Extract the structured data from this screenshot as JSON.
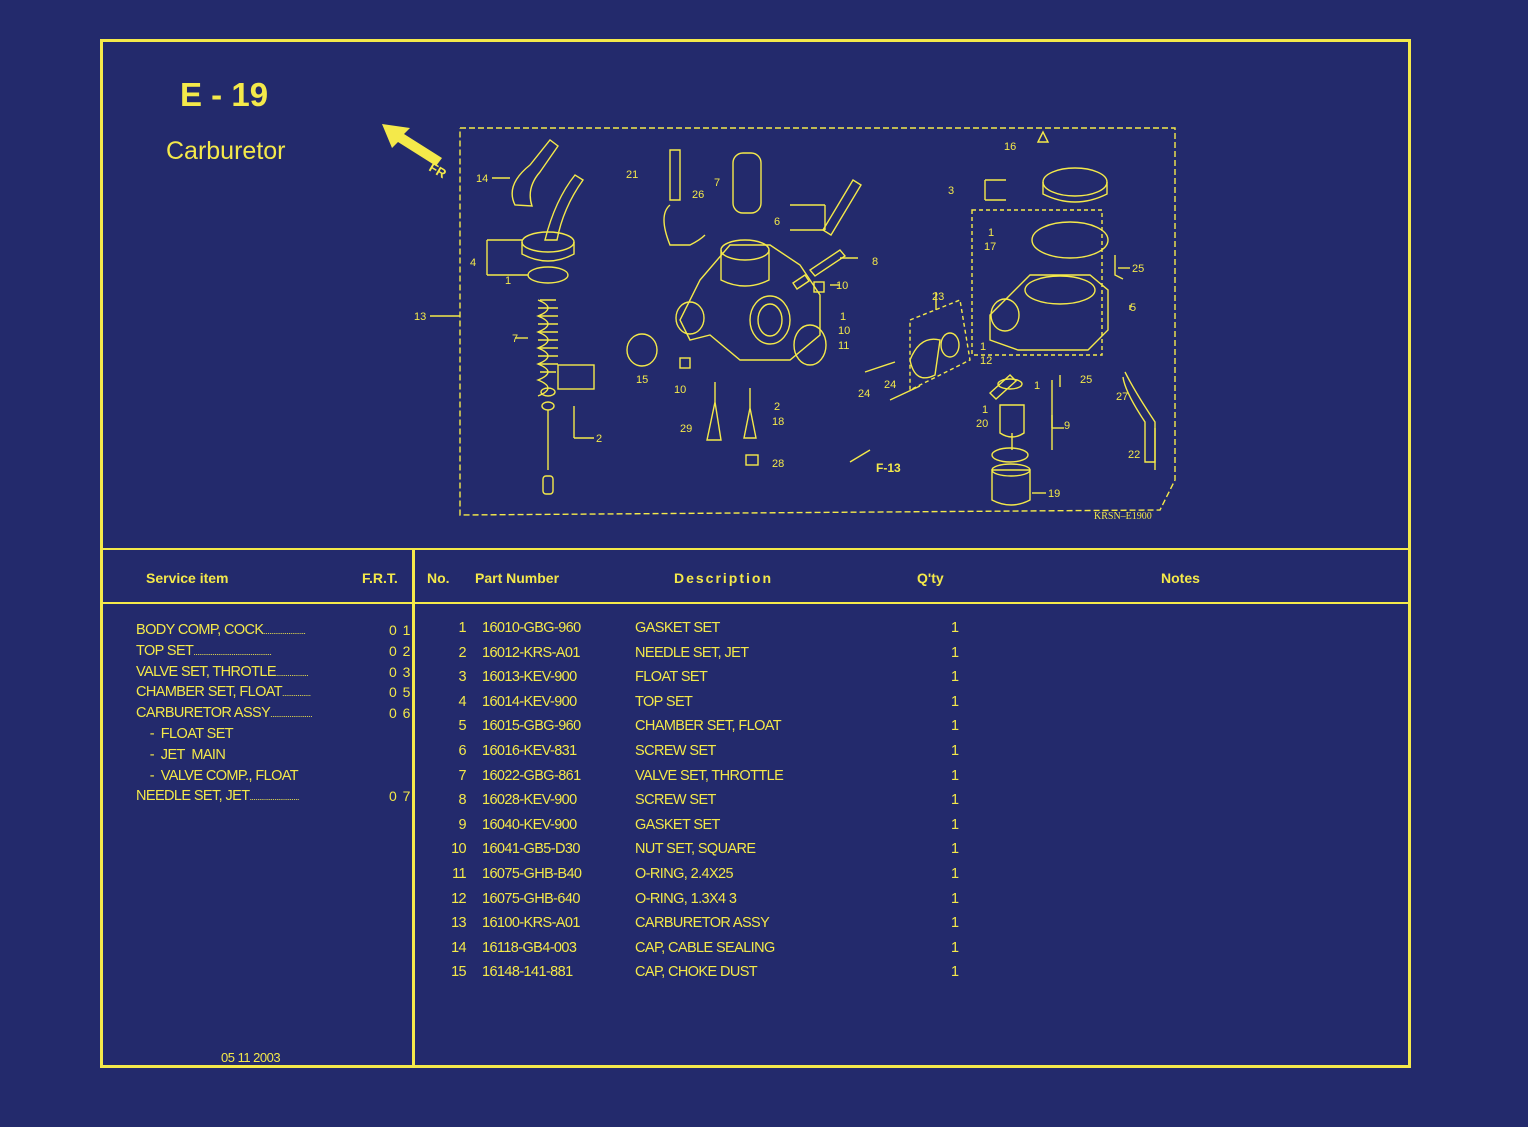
{
  "header": {
    "code": "E - 19",
    "name": "Carburetor"
  },
  "diagram": {
    "ref": "KRSN–E1900",
    "direction_label": "FR",
    "fig_ref": "F-13",
    "callouts": [
      "14",
      "4",
      "1",
      "13",
      "7",
      "2",
      "21",
      "26",
      "7",
      "6",
      "8",
      "10",
      "1",
      "10",
      "11",
      "15",
      "10",
      "29",
      "2",
      "18",
      "28",
      "16",
      "3",
      "1",
      "17",
      "25",
      "5",
      "23",
      "24",
      "24",
      "12",
      "1",
      "25",
      "27",
      "1",
      "20",
      "9",
      "22",
      "19"
    ]
  },
  "table_headers": {
    "service_item": "Service item",
    "frt": "F.R.T.",
    "no": "No.",
    "part_number": "Part Number",
    "description": "Description",
    "qty": "Q'ty",
    "notes": "Notes"
  },
  "service_items": [
    {
      "label": "BODY COMP, COCK",
      "dots": "......................",
      "frt": "0 1"
    },
    {
      "label": "TOP SET",
      "dots": ".........................................",
      "frt": "0 2"
    },
    {
      "label": "VALVE SET, THROTLE",
      "dots": ".................",
      "frt": "0 3"
    },
    {
      "label": "CHAMBER SET, FLOAT",
      "dots": "...............",
      "frt": "0 5"
    },
    {
      "label": "CARBURETOR ASSY",
      "dots": "......................",
      "frt": "0 6"
    },
    {
      "label": "    -  FLOAT SET",
      "dots": "",
      "frt": ""
    },
    {
      "label": "    -  JET  MAIN",
      "dots": "",
      "frt": ""
    },
    {
      "label": "    -  VALVE COMP., FLOAT",
      "dots": "",
      "frt": ""
    },
    {
      "label": "NEEDLE SET, JET",
      "dots": "..........................",
      "frt": "0 7"
    }
  ],
  "date": "05 11 2003",
  "parts": [
    {
      "no": "1",
      "pn": "16010-GBG-960",
      "desc": "GASKET SET",
      "qty": "1"
    },
    {
      "no": "2",
      "pn": "16012-KRS-A01",
      "desc": "NEEDLE SET, JET",
      "qty": "1"
    },
    {
      "no": "3",
      "pn": "16013-KEV-900",
      "desc": "FLOAT SET",
      "qty": "1"
    },
    {
      "no": "4",
      "pn": "16014-KEV-900",
      "desc": "TOP SET",
      "qty": "1"
    },
    {
      "no": "5",
      "pn": "16015-GBG-960",
      "desc": "CHAMBER SET, FLOAT",
      "qty": "1"
    },
    {
      "no": "6",
      "pn": "16016-KEV-831",
      "desc": "SCREW SET",
      "qty": "1"
    },
    {
      "no": "7",
      "pn": "16022-GBG-861",
      "desc": "VALVE SET, THROTTLE",
      "qty": "1"
    },
    {
      "no": "8",
      "pn": "16028-KEV-900",
      "desc": "SCREW SET",
      "qty": "1"
    },
    {
      "no": "9",
      "pn": "16040-KEV-900",
      "desc": "GASKET SET",
      "qty": "1"
    },
    {
      "no": "10",
      "pn": "16041-GB5-D30",
      "desc": "NUT SET, SQUARE",
      "qty": "1"
    },
    {
      "no": "11",
      "pn": "16075-GHB-B40",
      "desc": "O-RING, 2.4X25",
      "qty": "1"
    },
    {
      "no": "12",
      "pn": "16075-GHB-640",
      "desc": "O-RING, 1.3X4 3",
      "qty": "1"
    },
    {
      "no": "13",
      "pn": "16100-KRS-A01",
      "desc": "CARBURETOR ASSY",
      "qty": "1"
    },
    {
      "no": "14",
      "pn": "16118-GB4-003",
      "desc": "CAP, CABLE SEALING",
      "qty": "1"
    },
    {
      "no": "15",
      "pn": "16148-141-881",
      "desc": "CAP, CHOKE DUST",
      "qty": "1"
    }
  ]
}
